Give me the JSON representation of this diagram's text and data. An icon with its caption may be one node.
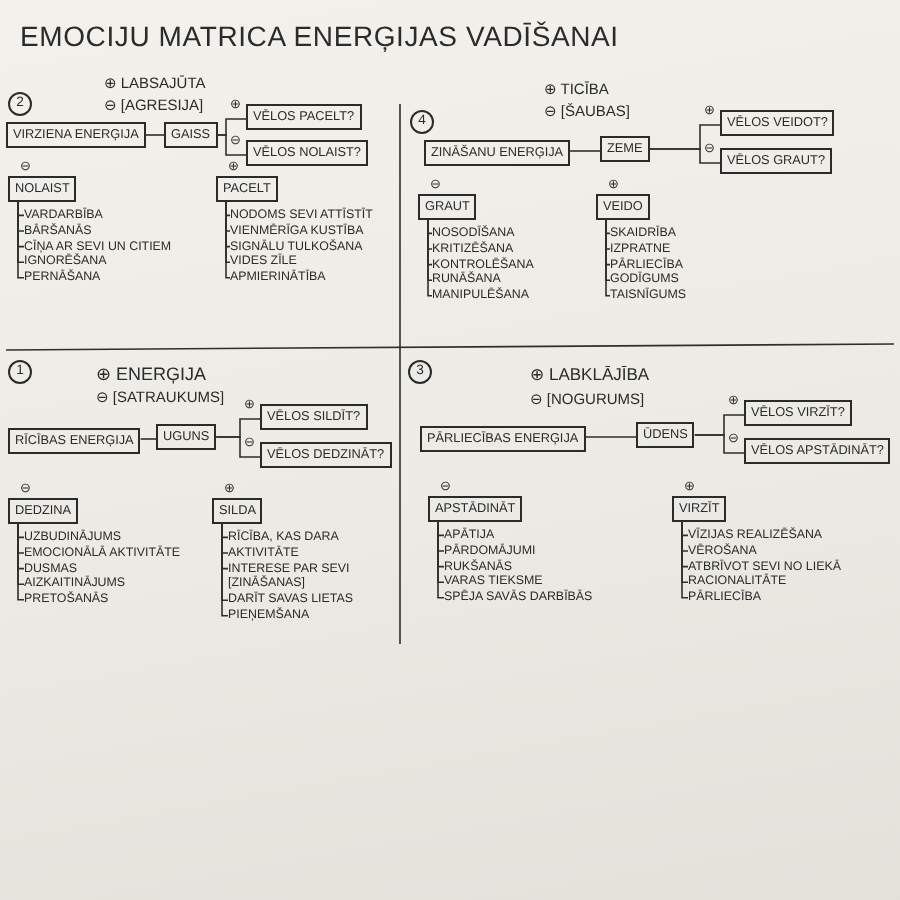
{
  "diagram": {
    "title": "EMOCIJU MATRICA ENERĢIJAS VADĪŠANAI",
    "nodes": [
      {
        "text": [
          "VIRZIENA ENERĢIJA"
        ]
      },
      {
        "text": [
          "GAISS"
        ]
      },
      {
        "text": [
          "VĒLOS PACELT?"
        ],
        "beside": [
          "⊕"
        ]
      },
      {
        "text": [
          "VĒLOS NOLAIST?"
        ],
        "beside": [
          "⊖"
        ]
      },
      {
        "text": [
          "NOLAIST"
        ],
        "beside": [
          "⊖"
        ]
      },
      {
        "text": [
          "VARDARBĪBA"
        ]
      },
      {
        "text": [
          "BĀRŠANĀS"
        ]
      },
      {
        "text": [
          "CĪŅA AR SEVI UN CITIEM"
        ]
      },
      {
        "text": [
          "IGNORĒŠANA"
        ]
      },
      {
        "text": [
          "PERNĀŠANA"
        ]
      },
      {
        "text": [
          "PACELT"
        ],
        "beside": [
          "⊕"
        ]
      },
      {
        "text": [
          "NODOMS SEVI ATTĪSTĪT"
        ]
      },
      {
        "text": [
          "VIENMĒRĪGA KUSTĪBA"
        ]
      },
      {
        "text": [
          "SIGNĀLU TULKOŠANA"
        ]
      },
      {
        "text": [
          "VIDES ZĪLE"
        ]
      },
      {
        "text": [
          "APMIERINĀTĪBA"
        ]
      },
      {
        "text": [
          "ZINĀŠANU ENERĢIJA"
        ]
      },
      {
        "text": [
          "ZEME"
        ]
      },
      {
        "text": [
          "VĒLOS VEIDOT?"
        ],
        "beside": [
          "⊕"
        ]
      },
      {
        "text": [
          "VĒLOS GRAUT?"
        ],
        "beside": [
          "⊖"
        ]
      },
      {
        "text": [
          "GRAUT"
        ],
        "beside": [
          "⊖"
        ]
      },
      {
        "text": [
          "NOSODĪŠANA"
        ]
      },
      {
        "text": [
          "KRITIZĒŠANA"
        ]
      },
      {
        "text": [
          "KONTROLĒŠANA"
        ]
      },
      {
        "text": [
          "RUNĀŠANA"
        ]
      },
      {
        "text": [
          "MANIPULĒŠANA"
        ]
      },
      {
        "text": [
          "VEIDO"
        ],
        "beside": [
          "⊕"
        ]
      },
      {
        "text": [
          "SKAIDRĪBA"
        ]
      },
      {
        "text": [
          "IZPRATNE"
        ]
      },
      {
        "text": [
          "PĀRLIECĪBA"
        ]
      },
      {
        "text": [
          "GODĪGUMS"
        ]
      },
      {
        "text": [
          "TAISNĪGUMS"
        ]
      },
      {
        "text": [
          "RĪCĪBAS ENERĢIJA"
        ]
      },
      {
        "text": [
          "UGUNS"
        ]
      },
      {
        "text": [
          "VĒLOS SILDĪT?"
        ],
        "beside": [
          "⊕"
        ]
      },
      {
        "text": [
          "VĒLOS DEDZINĀT?"
        ],
        "beside": [
          "⊖"
        ]
      },
      {
        "text": [
          "DEDZINA"
        ],
        "beside": [
          "⊖"
        ]
      },
      {
        "text": [
          "UZBUDINĀJUMS"
        ]
      },
      {
        "text": [
          "EMOCIONĀLĀ AKTIVITĀTE"
        ]
      },
      {
        "text": [
          "DUSMAS"
        ]
      },
      {
        "text": [
          "AIZKAITINĀJUMS"
        ]
      },
      {
        "text": [
          "PRETOŠANĀS"
        ]
      },
      {
        "text": [
          "SILDA"
        ],
        "beside": [
          "⊕"
        ]
      },
      {
        "text": [
          "RĪCĪBA, KAS DARA"
        ]
      },
      {
        "text": [
          "AKTIVITĀTE"
        ]
      },
      {
        "text": [
          "INTERESE PAR SEVI [ZINĀŠANAS]"
        ]
      },
      {
        "text": [
          "DARĪT SAVAS LIETAS"
        ]
      },
      {
        "text": [
          "PIEŅEMŠANA"
        ]
      },
      {
        "text": [
          "PĀRLIECĪBAS ENERĢIJA"
        ]
      },
      {
        "text": [
          "ŪDENS"
        ]
      },
      {
        "text": [
          "VĒLOS VIRZĪT?"
        ],
        "beside": [
          "⊕"
        ]
      },
      {
        "text": [
          "VĒLOS APSTĀDINĀT?"
        ],
        "beside": [
          "⊖"
        ]
      },
      {
        "text": [
          "APSTĀDINĀT"
        ],
        "beside": [
          "⊖"
        ]
      },
      {
        "text": [
          "APĀTIJA"
        ]
      },
      {
        "text": [
          "PĀRDOMĀJUMI"
        ]
      },
      {
        "text": [
          "RUKŠANĀS"
        ]
      },
      {
        "text": [
          "VARAS TIEKSME"
        ]
      },
      {
        "text": [
          "SPĒJA SAVĀS DARBĪBĀS"
        ]
      },
      {
        "text": [
          "VIRZĪT"
        ],
        "beside": [
          "⊕"
        ]
      },
      {
        "text": [
          "VĪZIJAS REALIZĒŠANA"
        ]
      },
      {
        "text": [
          "VĒROŠANA"
        ]
      },
      {
        "text": [
          "ATBRĪVOT SEVI NO LIEKĀ"
        ]
      },
      {
        "text": [
          "RACIONALITĀTE"
        ]
      },
      {
        "text": [
          "PĀRLIECĪBA"
        ]
      }
    ],
    "edges": [
      {
        "from": 0,
        "to": 1,
        "arrow": "none"
      },
      {
        "from": 1,
        "to": 2,
        "arrow": "none"
      },
      {
        "from": 1,
        "to": 3,
        "arrow": "none"
      },
      {
        "from": 4,
        "to": 5,
        "arrow": "none"
      },
      {
        "from": 4,
        "to": 6,
        "arrow": "none"
      },
      {
        "from": 4,
        "to": 7,
        "arrow": "none"
      },
      {
        "from": 4,
        "to": 8,
        "arrow": "none"
      },
      {
        "from": 4,
        "to": 9,
        "arrow": "none"
      },
      {
        "from": 10,
        "to": 11,
        "arrow": "none"
      },
      {
        "from": 10,
        "to": 12,
        "arrow": "none"
      },
      {
        "from": 10,
        "to": 13,
        "arrow": "none"
      },
      {
        "from": 10,
        "to": 14,
        "arrow": "none"
      },
      {
        "from": 10,
        "to": 15,
        "arrow": "none"
      },
      {
        "from": 16,
        "to": 17,
        "arrow": "none"
      },
      {
        "from": 17,
        "to": 18,
        "arrow": "none"
      },
      {
        "from": 17,
        "to": 19,
        "arrow": "none"
      },
      {
        "from": 20,
        "to": 21,
        "arrow": "none"
      },
      {
        "from": 20,
        "to": 22,
        "arrow": "none"
      },
      {
        "from": 20,
        "to": 23,
        "arrow": "none"
      },
      {
        "from": 20,
        "to": 24,
        "arrow": "none"
      },
      {
        "from": 20,
        "to": 25,
        "arrow": "none"
      },
      {
        "from": 26,
        "to": 27,
        "arrow": "none"
      },
      {
        "from": 26,
        "to": 28,
        "arrow": "none"
      },
      {
        "from": 26,
        "to": 29,
        "arrow": "none"
      },
      {
        "from": 26,
        "to": 30,
        "arrow": "none"
      },
      {
        "from": 26,
        "to": 31,
        "arrow": "none"
      },
      {
        "from": 32,
        "to": 33,
        "arrow": "none"
      },
      {
        "from": 33,
        "to": 34,
        "arrow": "none"
      },
      {
        "from": 33,
        "to": 35,
        "arrow": "none"
      },
      {
        "from": 36,
        "to": 37,
        "arrow": "none"
      },
      {
        "from": 36,
        "to": 38,
        "arrow": "none"
      },
      {
        "from": 36,
        "to": 39,
        "arrow": "none"
      },
      {
        "from": 36,
        "to": 40,
        "arrow": "none"
      },
      {
        "from": 36,
        "to": 41,
        "arrow": "none"
      },
      {
        "from": 42,
        "to": 43,
        "arrow": "none"
      },
      {
        "from": 42,
        "to": 44,
        "arrow": "none"
      },
      {
        "from": 42,
        "to": 45,
        "arrow": "none"
      },
      {
        "from": 42,
        "to": 46,
        "arrow": "none"
      },
      {
        "from": 42,
        "to": 47,
        "arrow": "none"
      },
      {
        "from": 48,
        "to": 49,
        "arrow": "none"
      },
      {
        "from": 49,
        "to": 50,
        "arrow": "none"
      },
      {
        "from": 49,
        "to": 51,
        "arrow": "none"
      },
      {
        "from": 52,
        "to": 53,
        "arrow": "none"
      },
      {
        "from": 52,
        "to": 54,
        "arrow": "none"
      },
      {
        "from": 52,
        "to": 55,
        "arrow": "none"
      },
      {
        "from": 52,
        "to": 56,
        "arrow": "none"
      },
      {
        "from": 52,
        "to": 57,
        "arrow": "none"
      },
      {
        "from": 58,
        "to": 59,
        "arrow": "none"
      },
      {
        "from": 58,
        "to": 60,
        "arrow": "none"
      },
      {
        "from": 58,
        "to": 61,
        "arrow": "none"
      },
      {
        "from": 58,
        "to": 62,
        "arrow": "none"
      },
      {
        "from": 58,
        "to": 63,
        "arrow": "none"
      }
    ],
    "labels": [
      "2",
      "⊕ LABSAJŪTA",
      "⊖ [AGRESIJA]",
      "4",
      "⊕ TICĪBA",
      "⊖ [ŠAUBAS]",
      "1",
      "⊕ ENERĢIJA",
      "⊖ [SATRAUKUMS]",
      "3",
      "⊕ LABKLĀJĪBA",
      "⊖ [NOGURUMS]"
    ]
  }
}
